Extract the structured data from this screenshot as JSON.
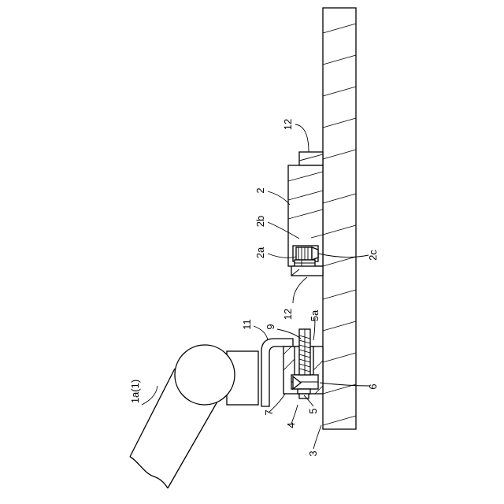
{
  "labels": {
    "ref_12_top": "12",
    "ref_2": "2",
    "ref_2b": "2b",
    "ref_2a": "2a",
    "ref_2c": "2c",
    "ref_12_mid": "12",
    "ref_11": "11",
    "ref_9": "9",
    "ref_5a": "5a",
    "ref_1a": "1a(1)",
    "ref_7": "7",
    "ref_5": "5",
    "ref_6": "6",
    "ref_4": "4",
    "ref_3": "3"
  }
}
